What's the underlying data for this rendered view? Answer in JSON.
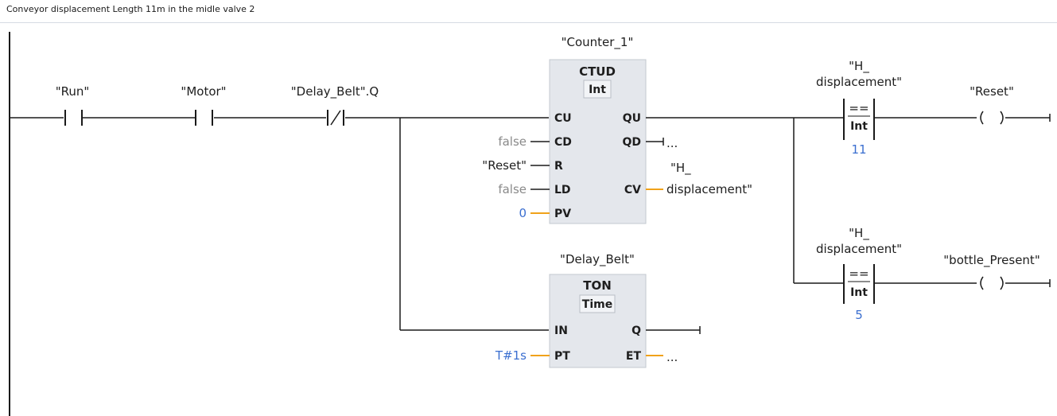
{
  "network": {
    "comment": "Conveyor displacement  Length 11m in the midle valve 2"
  },
  "contacts": {
    "run": {
      "label": "\"Run\""
    },
    "motor": {
      "label": "\"Motor\""
    },
    "delay_belt_q": {
      "label": "\"Delay_Belt\".Q"
    }
  },
  "counter": {
    "instance": "\"Counter_1\"",
    "type": "CTUD",
    "datatype": "Int",
    "inputs": {
      "cu": "CU",
      "cd": "CD",
      "r": "R",
      "ld": "LD",
      "pv": "PV"
    },
    "outputs": {
      "qu": "QU",
      "qd": "QD",
      "cv": "CV"
    },
    "params": {
      "cd": "false",
      "r": "\"Reset\"",
      "ld": "false",
      "pv": "0",
      "qd": "...",
      "cv_line1": "\"H_",
      "cv_line2": "displacement\""
    }
  },
  "timer": {
    "instance": "\"Delay_Belt\"",
    "type": "TON",
    "datatype": "Time",
    "inputs": {
      "in": "IN",
      "pt": "PT"
    },
    "outputs": {
      "q": "Q",
      "et": "ET"
    },
    "params": {
      "pt": "T#1s",
      "et": "..."
    }
  },
  "compare1": {
    "operand_line1": "\"H_",
    "operand_line2": "displacement\"",
    "op": "==",
    "datatype": "Int",
    "value": "11"
  },
  "compare2": {
    "operand_line1": "\"H_",
    "operand_line2": "displacement\"",
    "op": "==",
    "datatype": "Int",
    "value": "5"
  },
  "coils": {
    "reset": {
      "label": "\"Reset\""
    },
    "bottle_present": {
      "label": "\"bottle_Present\""
    }
  },
  "colors": {
    "wire": "#1a1a1a",
    "param_line": "#f0a21a",
    "block_fill": "#e4e7ec",
    "block_border": "#c3c8cf",
    "literal_blue": "#3b6fd0",
    "literal_gray": "#8a8a8a"
  }
}
